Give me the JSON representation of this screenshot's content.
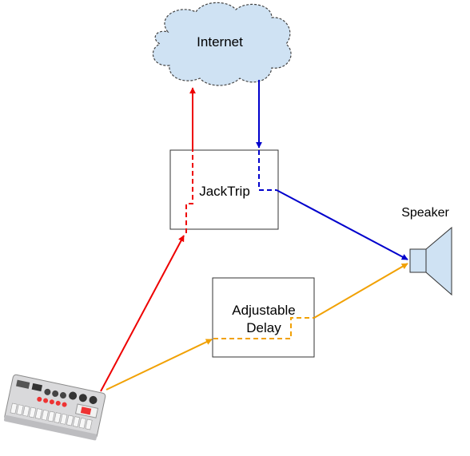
{
  "nodes": {
    "internet": {
      "label": "Internet",
      "fill": "#cfe2f3"
    },
    "jacktrip": {
      "label": "JackTrip"
    },
    "delay": {
      "label_line1": "Adjustable",
      "label_line2": "Delay"
    },
    "speaker": {
      "label": "Speaker",
      "fill": "#cfe2f3"
    },
    "device": {
      "icon": "drum-machine-icon"
    }
  },
  "colors": {
    "red": "#ee0000",
    "blue": "#0000cc",
    "orange": "#f1a104"
  }
}
